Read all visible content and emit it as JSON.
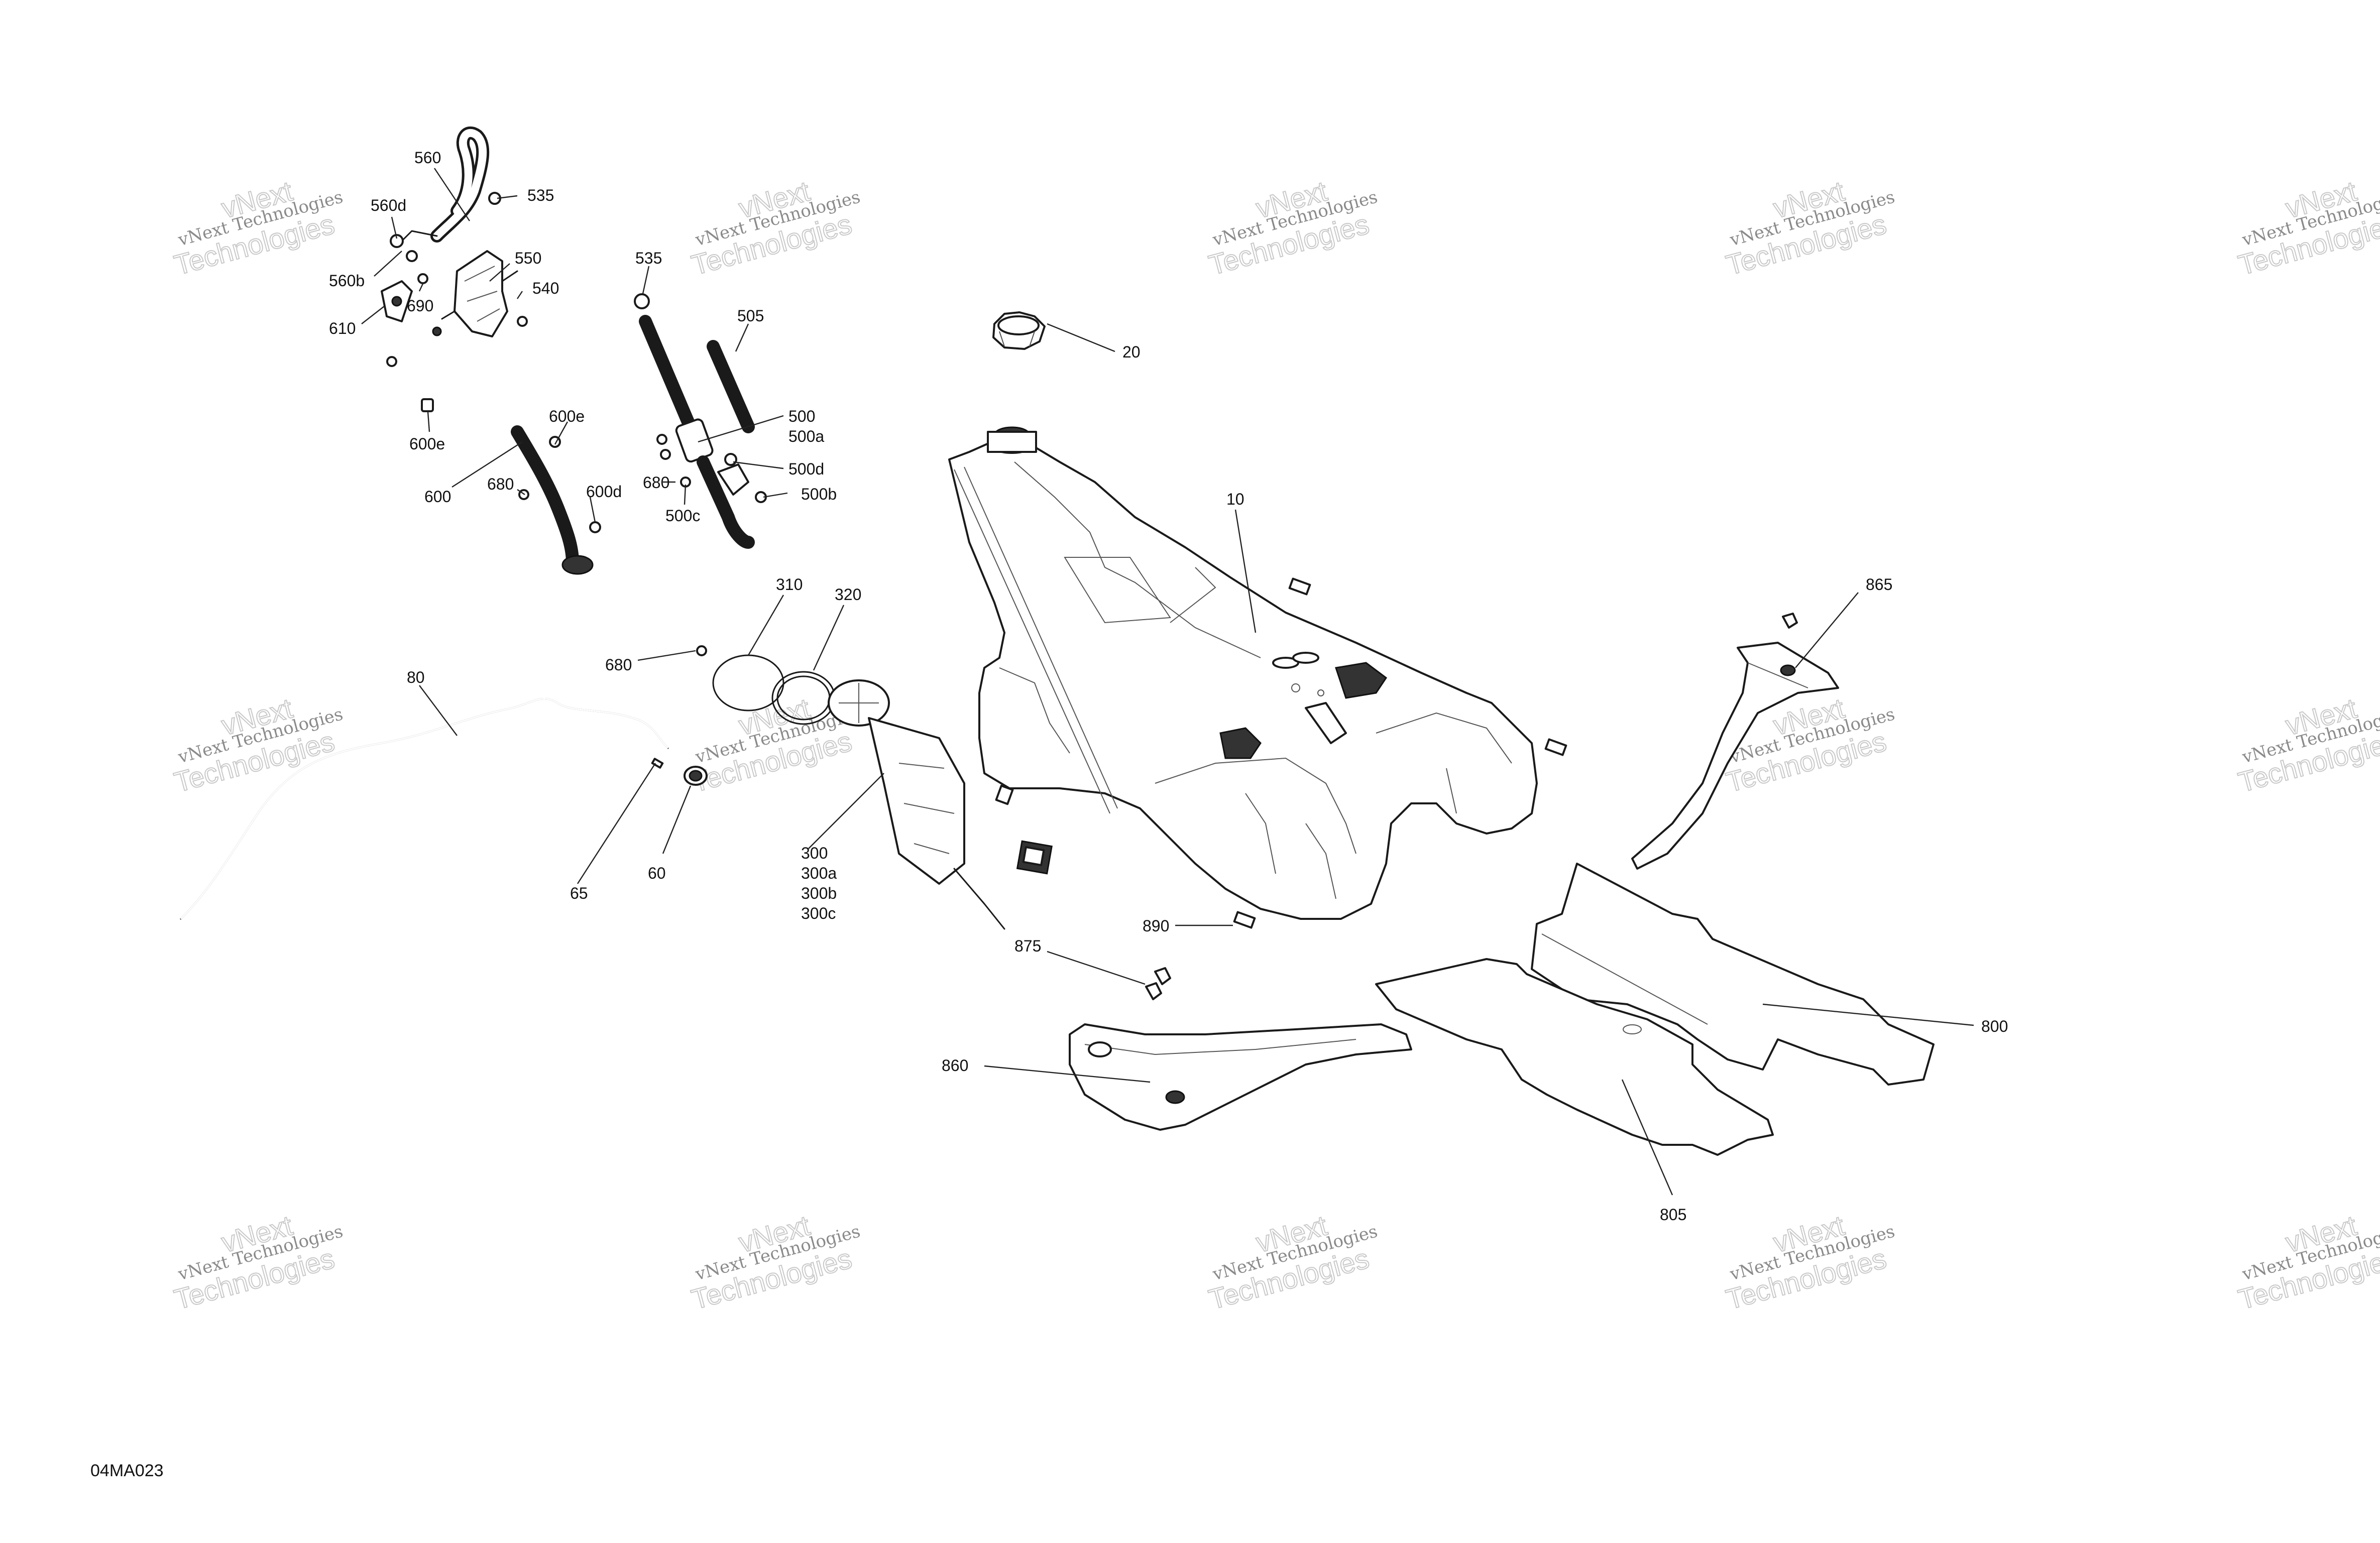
{
  "watermark": {
    "top": "vNext",
    "bottom": "Technologies",
    "small": "vNext Technologies"
  },
  "figure_code": "04MA023",
  "callouts": {
    "c560": "560",
    "c535a": "535",
    "c560d": "560d",
    "c560b": "560b",
    "c550": "550",
    "c540": "540",
    "c690": "690",
    "c610": "610",
    "c535b": "535",
    "c505": "505",
    "c500": "500",
    "c500a": "500a",
    "c500d": "500d",
    "c500b": "500b",
    "c500c": "500c",
    "c680a": "680",
    "c600e_top": "600e",
    "c600e_left": "600e",
    "c600": "600",
    "c680b": "680",
    "c600d": "600d",
    "c20": "20",
    "c10": "10",
    "c310": "310",
    "c320": "320",
    "c680c": "680",
    "c80": "80",
    "c65": "65",
    "c60": "60",
    "c300": "300",
    "c300a": "300a",
    "c300b": "300b",
    "c300c": "300c",
    "c865": "865",
    "c890": "890",
    "c875": "875",
    "c860": "860",
    "c800": "800",
    "c805": "805"
  }
}
